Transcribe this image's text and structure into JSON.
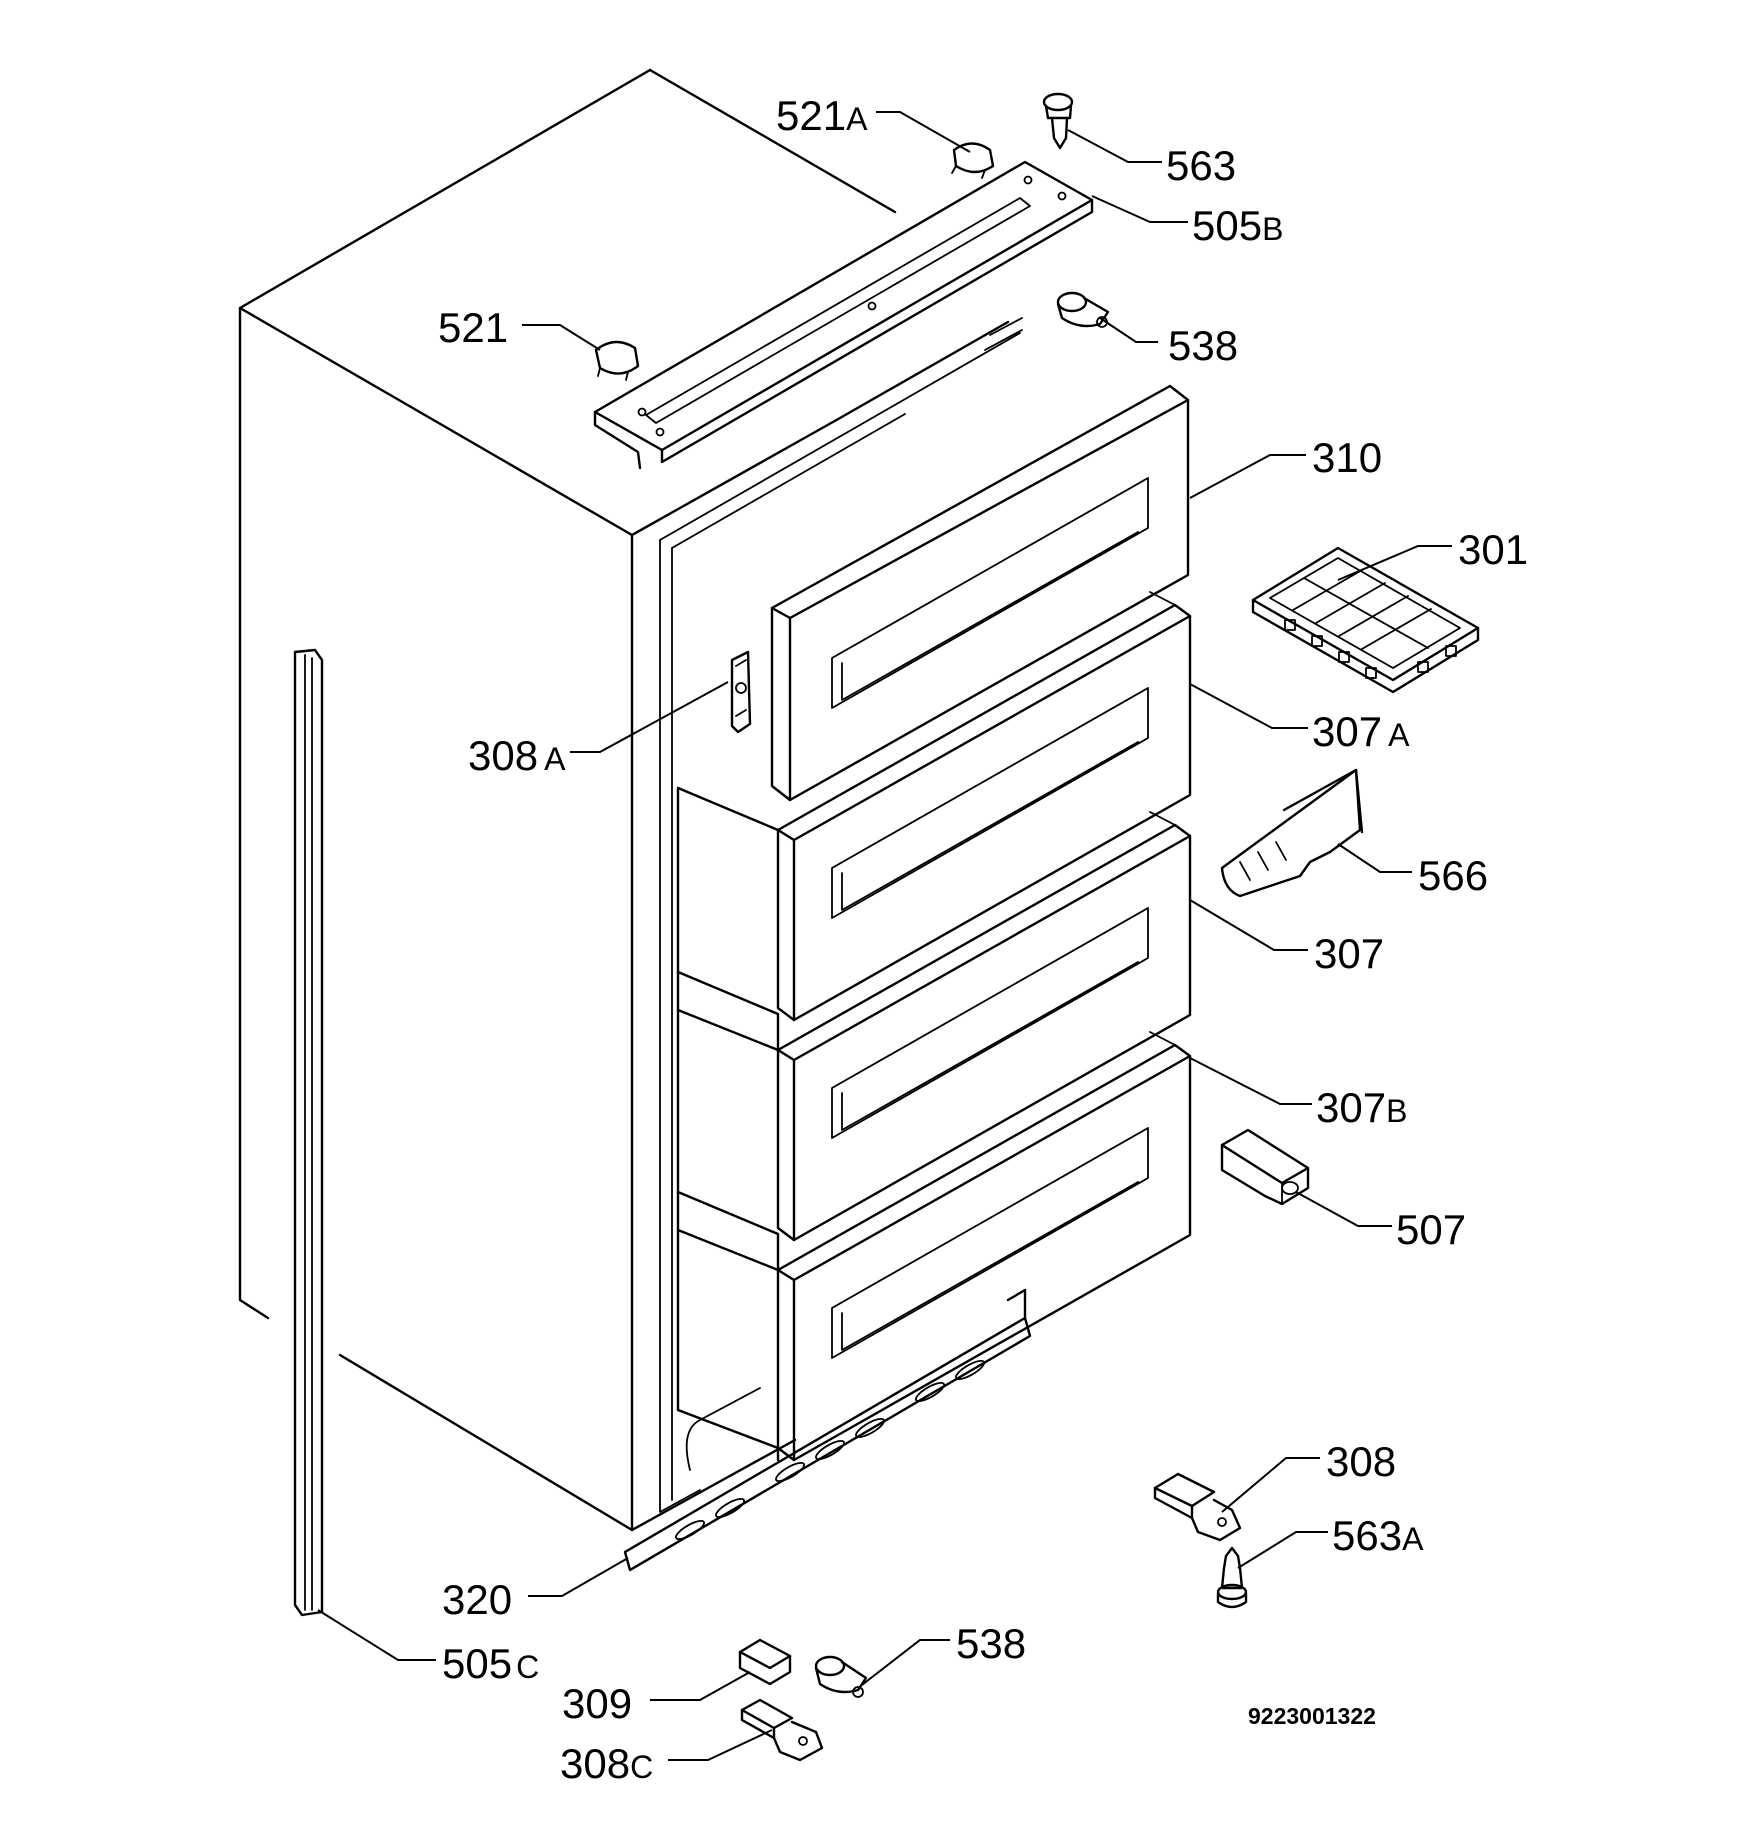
{
  "figure_number": "9223001322",
  "callouts": [
    {
      "id": "521a",
      "number": "521",
      "suffix": "A"
    },
    {
      "id": "563",
      "number": "563",
      "suffix": ""
    },
    {
      "id": "505b",
      "number": "505",
      "suffix": "B"
    },
    {
      "id": "521",
      "number": "521",
      "suffix": ""
    },
    {
      "id": "538-top",
      "number": "538",
      "suffix": ""
    },
    {
      "id": "310",
      "number": "310",
      "suffix": ""
    },
    {
      "id": "301",
      "number": "301",
      "suffix": ""
    },
    {
      "id": "308a",
      "number": "308",
      "suffix": "A"
    },
    {
      "id": "307a",
      "number": "307",
      "suffix": "A"
    },
    {
      "id": "566",
      "number": "566",
      "suffix": ""
    },
    {
      "id": "307",
      "number": "307",
      "suffix": ""
    },
    {
      "id": "307b",
      "number": "307",
      "suffix": "B"
    },
    {
      "id": "507",
      "number": "507",
      "suffix": ""
    },
    {
      "id": "308",
      "number": "308",
      "suffix": ""
    },
    {
      "id": "563a",
      "number": "563",
      "suffix": "A"
    },
    {
      "id": "320",
      "number": "320",
      "suffix": ""
    },
    {
      "id": "505c",
      "number": "505",
      "suffix": "C"
    },
    {
      "id": "538-bottom",
      "number": "538",
      "suffix": ""
    },
    {
      "id": "309",
      "number": "309",
      "suffix": ""
    },
    {
      "id": "308c",
      "number": "308",
      "suffix": "C"
    }
  ]
}
